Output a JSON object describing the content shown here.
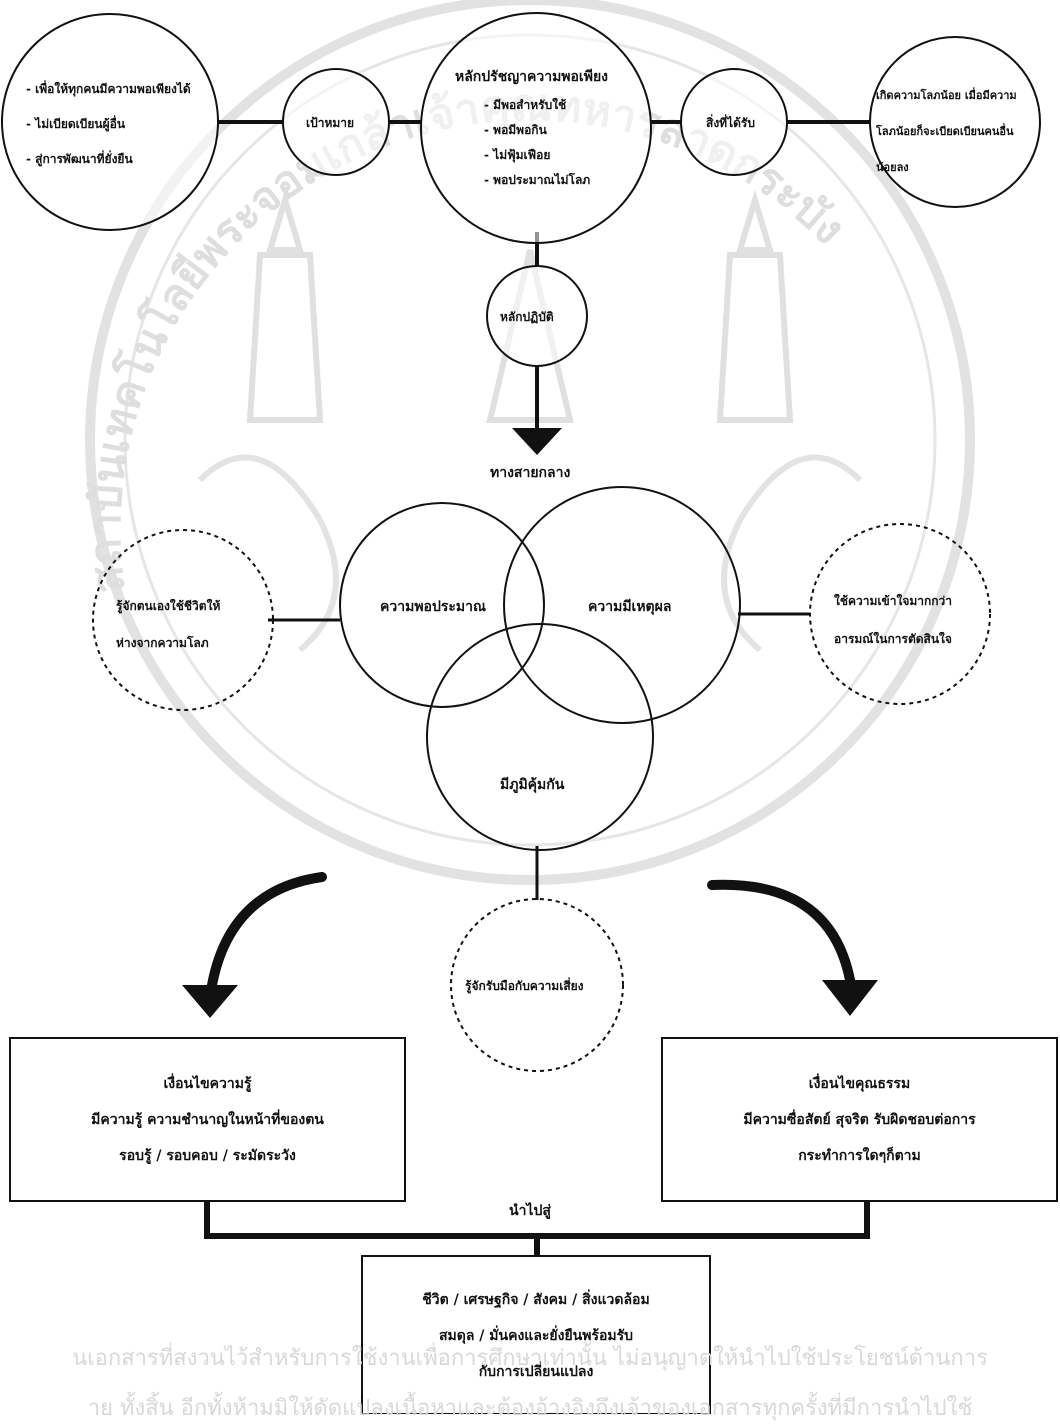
{
  "top": {
    "left_list": [
      "- เพื่อให้ทุกคนมีความพอเพียงได้",
      "- ไม่เบียดเบียนผู้อื่น",
      "- สู่การพัฒนาที่ยั่งยืน"
    ],
    "goal": "เป้าหมาย",
    "center_title": "หลักปรัชญาความพอเพียง",
    "center_list": [
      "- มีพอสำหรับใช้",
      "- พอมีพอกิน",
      "- ไม่ฟุ้มเฟือย",
      "- พอประมาณไม่โลภ"
    ],
    "received": "สิ่งที่ได้รับ",
    "right_lines": [
      "เกิดความโลภน้อย เมื่อมีความ",
      "โลภน้อยก็จะเบียดเบียนคนอื่น",
      "น้อยลง"
    ]
  },
  "practice": "หลักปฏิบัติ",
  "middle_way": "ทางสายกลาง",
  "venn": {
    "moderation": "ความพอประมาณ",
    "reason": "ความมีเหตุผล",
    "immunity": "มีภูมิคุ้มกัน"
  },
  "side_left": [
    "รู้จักตนเองใช้ชีวิตให้",
    "ห่างจากความโลภ"
  ],
  "side_right": [
    "ใช้ความเข้าใจมากกว่า",
    "อารมณ์ในการตัดสินใจ"
  ],
  "risk": "รู้จักรับมือกับความเสี่ยง",
  "knowledge_box": [
    "เงื่อนไขความรู้",
    "มีความรู้ ความชำนาญในหน้าที่ของตน",
    "รอบรู้ / รอบคอบ / ระมัดระวัง"
  ],
  "virtue_box": [
    "เงื่อนไขคุณธรรม",
    "มีความซื่อสัตย์ สุจริต รับผิดชอบต่อการ",
    "กระทำการใดๆก็ตาม"
  ],
  "leads_to": "นำไปสู่",
  "result_box": [
    "ชีวิต / เศรษฐกิจ / สังคม / สิ่งแวดล้อม",
    "สมดุล / มั่นคงและยั่งยืนพร้อมรับ",
    "กับการเปลี่ยนแปลง"
  ],
  "watermark": {
    "footer_line1": "นเอกสารที่สงวนไว้สำหรับการใช้งานเพื่อการศึกษาเท่านั้น ไม่อนุญาตให้นำไปใช้ประโยชน์ด้านการ",
    "footer_line2": "าย ทั้งสิ้น อีกทั้งห้ามมิให้ดัดแปลงเนื้อหาและต้องอ้างอิงถึงเจ้าของเอกสารทุกครั้งที่มีการนำไปใช้",
    "seal_arc": "สถาบันเทคโนโลยีพระจอมเกล้าเจ้าคุณทหารลาดกระบัง"
  },
  "colors": {
    "ink": "#111111",
    "watermark": "#d9d9d9"
  }
}
